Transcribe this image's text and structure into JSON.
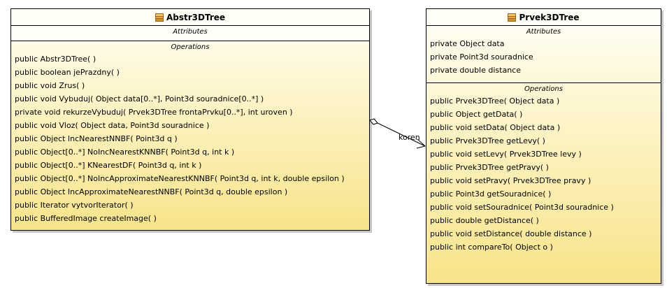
{
  "classes": [
    {
      "name": "Abstr3DTree",
      "attributes_header": "Attributes",
      "attributes": [],
      "operations_header": "Operations",
      "operations": [
        "public Abstr3DTree(  )",
        "public boolean  jePrazdny(  )",
        "public void  Zrus(  )",
        "public void  Vybuduj( Object data[0..*], Point3d souradnice[0..*] )",
        "private void  rekurzeVybuduj( Prvek3DTree frontaPrvku[0..*], int uroven )",
        "public void  Vloz( Object data, Point3d souradnice )",
        "public Object  IncNearestNNBF( Point3d q )",
        "public Object[0..*]  NoIncNearestKNNBF( Point3d q, int k )",
        "public Object[0..*]  KNearestDF( Point3d q, int k )",
        "public Object[0..*]  NoIncApproximateNearestKNNBF( Point3d q, int k, double epsilon )",
        "public Object  IncApproximateNearestNNBF( Point3d q, double epsilon )",
        "public Iterator  vytvorIterator(  )",
        "public BufferedImage  createImage(  )"
      ]
    },
    {
      "name": "Prvek3DTree",
      "attributes_header": "Attributes",
      "attributes": [
        "private Object data",
        "private Point3d souradnice",
        "private double distance"
      ],
      "operations_header": "Operations",
      "operations": [
        "public Prvek3DTree( Object data )",
        "public Object  getData(  )",
        "public void  setData( Object data )",
        "public Prvek3DTree  getLevy(  )",
        "public void  setLevy( Prvek3DTree levy )",
        "public Prvek3DTree  getPravy(  )",
        "public void  setPravy( Prvek3DTree pravy )",
        "public Point3d  getSouradnice(  )",
        "public void  setSouradnice( Point3d souradnice )",
        "public double  getDistance(  )",
        "public void  setDistance( double distance )",
        "public int  compareTo( Object o )"
      ]
    }
  ],
  "association": {
    "role": "koren",
    "type": "aggregation"
  }
}
